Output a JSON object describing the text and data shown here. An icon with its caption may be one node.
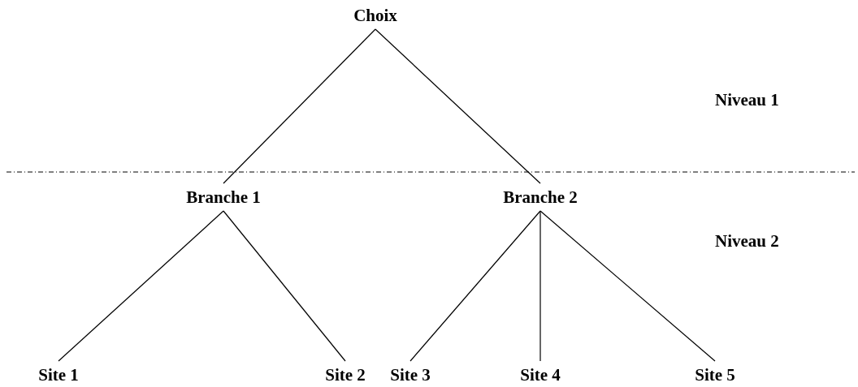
{
  "diagram": {
    "nodes": [
      {
        "text": [
          "Choix"
        ]
      },
      {
        "text": [
          "Branche 1"
        ]
      },
      {
        "text": [
          "Branche 2"
        ]
      },
      {
        "text": [
          "Site 1"
        ]
      },
      {
        "text": [
          "Site 2"
        ]
      },
      {
        "text": [
          "Site 3"
        ]
      },
      {
        "text": [
          "Site 4"
        ]
      },
      {
        "text": [
          "Site 5"
        ]
      }
    ],
    "edges": [
      {
        "from": 0,
        "to": 1,
        "arrow": "none"
      },
      {
        "from": 0,
        "to": 2,
        "arrow": "none"
      },
      {
        "from": 1,
        "to": 3,
        "arrow": "none"
      },
      {
        "from": 1,
        "to": 4,
        "arrow": "none"
      },
      {
        "from": 2,
        "to": 5,
        "arrow": "none"
      },
      {
        "from": 2,
        "to": 6,
        "arrow": "none"
      },
      {
        "from": 2,
        "to": 7,
        "arrow": "none"
      }
    ],
    "labels": [
      "Niveau 1",
      "Niveau 2"
    ]
  }
}
